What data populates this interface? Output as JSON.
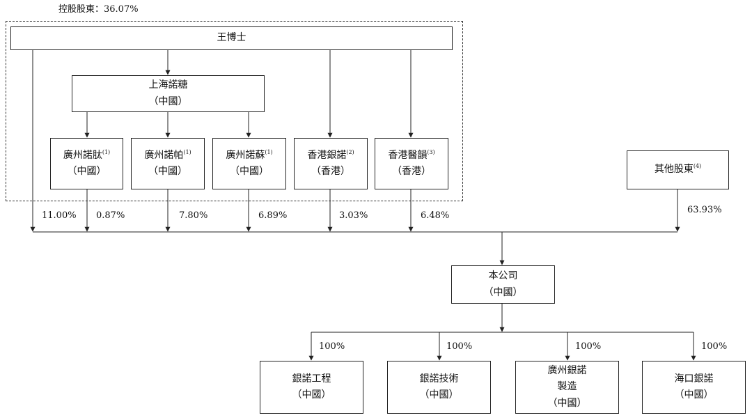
{
  "header": {
    "controlling_label": "控股股東：36.07%"
  },
  "entities": {
    "dr_wang": {
      "name": "王博士"
    },
    "shanghai_nuotang": {
      "name": "上海諾糖",
      "place": "（中國）"
    },
    "guangzhou_nuotai": {
      "name": "廣州諾肽",
      "note": "(1)",
      "place": "（中國）"
    },
    "guangzhou_nuopa": {
      "name": "廣州諾帕",
      "note": "(1)",
      "place": "（中國）"
    },
    "guangzhou_nuosu": {
      "name": "廣州諾蘇",
      "note": "(1)",
      "place": "（中國）"
    },
    "hk_yinnuo": {
      "name": "香港銀諾",
      "note": "(2)",
      "place": "（香港）"
    },
    "hk_yiyun": {
      "name": "香港醫韻",
      "note": "(3)",
      "place": "（香港）"
    },
    "other_shareholders": {
      "name": "其他股東",
      "note": "(4)"
    },
    "company": {
      "name": "本公司",
      "place": "（中國）"
    },
    "yinnuo_engineering": {
      "name": "銀諾工程",
      "place": "（中國）"
    },
    "yinnuo_tech": {
      "name": "銀諾技術",
      "place": "（中國）"
    },
    "guangzhou_yinnuo_mfg": {
      "line1": "廣州銀諾",
      "line2": "製造",
      "place": "（中國）"
    },
    "haikou_yinnuo": {
      "name": "海口銀諾",
      "place": "（中國）"
    }
  },
  "holdings": {
    "dr_wang_direct": "11.00%",
    "guangzhou_nuotai": "0.87%",
    "guangzhou_nuopa": "7.80%",
    "guangzhou_nuosu": "6.89%",
    "hk_yinnuo": "3.03%",
    "hk_yiyun": "6.48%",
    "other_shareholders": "63.93%"
  },
  "subsidiaries": {
    "yinnuo_engineering": "100%",
    "yinnuo_tech": "100%",
    "guangzhou_yinnuo_mfg": "100%",
    "haikou_yinnuo": "100%"
  }
}
